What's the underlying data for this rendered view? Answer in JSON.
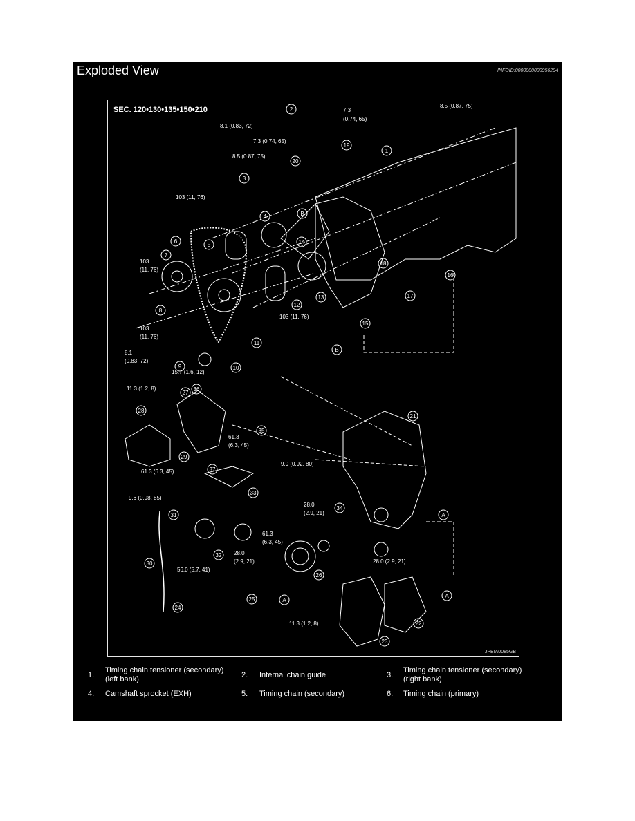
{
  "header": {
    "title": "Exploded View",
    "info_id": "INFOID:0000000000956294"
  },
  "figure": {
    "section": "SEC. 120•130•135•150•210",
    "code": "JPBIA0085GB",
    "torques": [
      "8.5 (0.87, 75)",
      "7.3",
      "(0.74, 65)",
      "8.1 (0.83, 72)",
      "7.3 (0.74, 65)",
      "8.5 (0.87, 75)",
      "103 (11, 76)",
      "103",
      "(11, 76)",
      "103 (11, 76)",
      "103",
      "(11, 76)",
      "8.1",
      "(0.83, 72)",
      "15.7 (1.6, 12)",
      "11.3 (1.2, 8)",
      "61.3",
      "(6.3, 45)",
      "9.0 (0.92, 80)",
      "61.3 (6.3, 45)",
      "9.6 (0.98, 85)",
      "28.0",
      "(2.9, 21)",
      "61.3",
      "(6.3, 45)",
      "28.0",
      "(2.9, 21)",
      "56.0 (5.7, 41)",
      "28.0 (2.9, 21)",
      "11.3 (1.2, 8)"
    ],
    "callouts": [
      "1",
      "2",
      "3",
      "4",
      "5",
      "6",
      "7",
      "8",
      "9",
      "10",
      "11",
      "12",
      "13",
      "14",
      "15",
      "16",
      "17",
      "18",
      "19",
      "20",
      "21",
      "22",
      "23",
      "24",
      "25",
      "26",
      "27",
      "28",
      "29",
      "30",
      "31",
      "32",
      "33",
      "34",
      "35",
      "36",
      "37"
    ],
    "letters": [
      "B",
      "B",
      "A",
      "A",
      "A"
    ]
  },
  "legend": [
    {
      "num": "1.",
      "label": "Timing chain tensioner (secondary) (left bank)"
    },
    {
      "num": "2.",
      "label": "Internal chain guide"
    },
    {
      "num": "3.",
      "label": "Timing chain tensioner (secondary) (right bank)"
    },
    {
      "num": "4.",
      "label": "Camshaft sprocket (EXH)"
    },
    {
      "num": "5.",
      "label": "Timing chain (secondary)"
    },
    {
      "num": "6.",
      "label": "Timing chain (primary)"
    }
  ]
}
